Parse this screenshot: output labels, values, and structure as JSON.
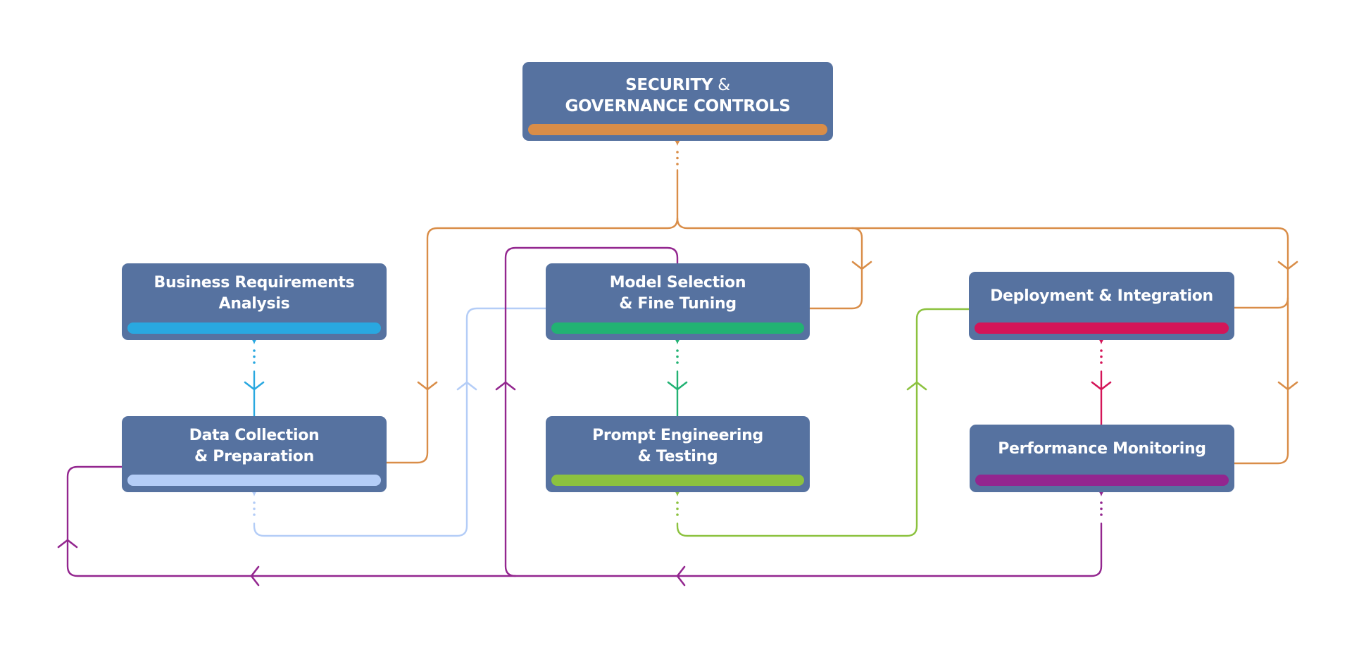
{
  "diagram": {
    "title": "AI Solution Lifecycle",
    "box_color": "#5672a0",
    "text_color": "#ffffff",
    "nodes": {
      "security": {
        "lines": [
          "SECURITY",
          "GOVERNANCE CONTROLS"
        ],
        "amp_suffix": " &",
        "accent": "#d98d48"
      },
      "business": {
        "lines": [
          "Business Requirements",
          "Analysis"
        ],
        "accent": "#29a8e0"
      },
      "data": {
        "lines": [
          "Data Collection",
          "& Preparation"
        ],
        "accent": "#b4cdf7"
      },
      "model": {
        "lines": [
          "Model Selection",
          "& Fine Tuning"
        ],
        "accent": "#22b273"
      },
      "prompt": {
        "lines": [
          "Prompt Engineering",
          "& Testing"
        ],
        "accent": "#8cc23f"
      },
      "deploy": {
        "lines": [
          "Deployment & Integration"
        ],
        "accent": "#d41558"
      },
      "perf": {
        "lines": [
          "Performance Monitoring"
        ],
        "accent": "#93268f"
      }
    },
    "edges": [
      {
        "from": "security",
        "to": "data",
        "color": "#d98d48"
      },
      {
        "from": "security",
        "to": "model",
        "color": "#d98d48"
      },
      {
        "from": "security",
        "to": "deploy",
        "color": "#d98d48"
      },
      {
        "from": "security",
        "to": "perf",
        "color": "#d98d48"
      },
      {
        "from": "business",
        "to": "data",
        "color": "#29a8e0"
      },
      {
        "from": "data",
        "to": "model",
        "color": "#b4cdf7"
      },
      {
        "from": "model",
        "to": "prompt",
        "color": "#22b273"
      },
      {
        "from": "prompt",
        "to": "deploy",
        "color": "#8cc23f"
      },
      {
        "from": "deploy",
        "to": "perf",
        "color": "#d41558"
      },
      {
        "from": "perf",
        "to": "data",
        "color": "#93268f"
      },
      {
        "from": "perf",
        "to": "model",
        "color": "#93268f"
      }
    ]
  }
}
